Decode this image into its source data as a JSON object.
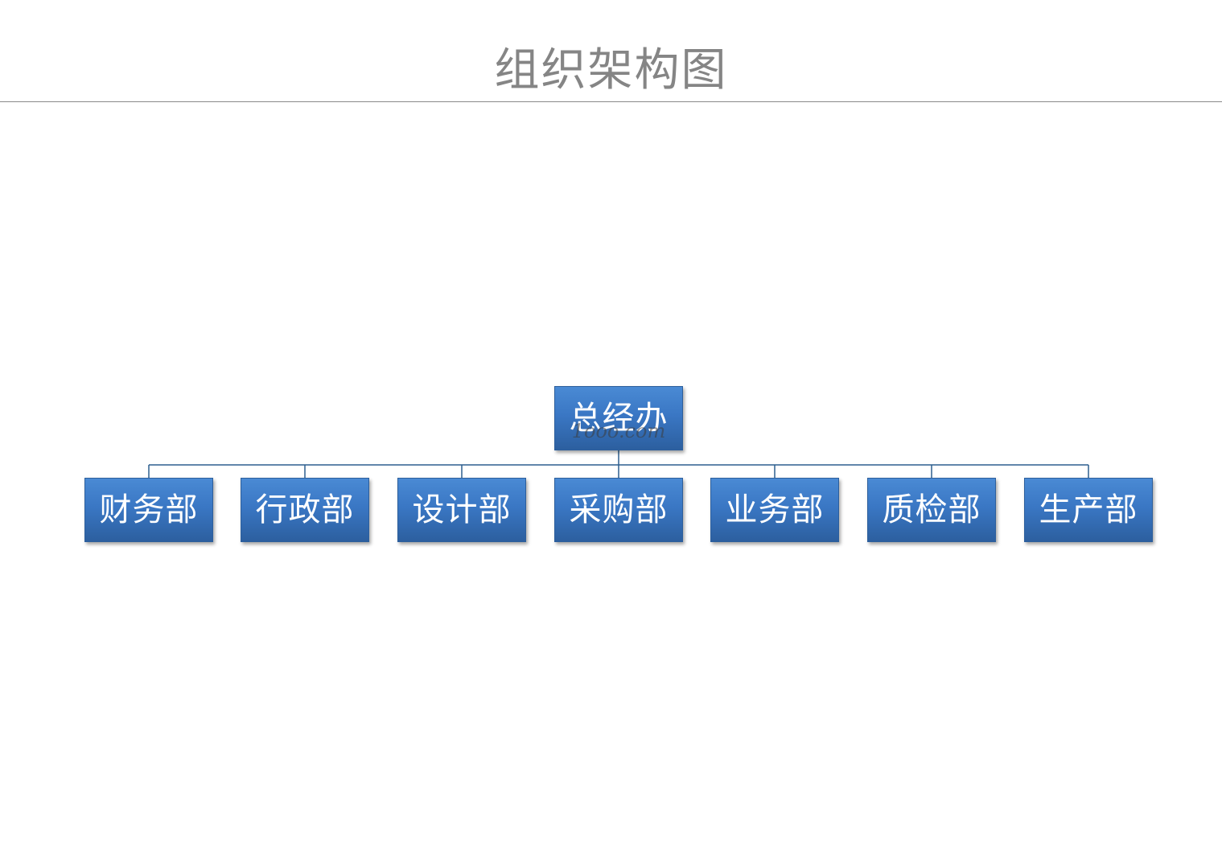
{
  "title": "组织架构图",
  "org": {
    "root": {
      "label": "总经办"
    },
    "watermark": "1ooo.com",
    "children": [
      {
        "label": "财务部"
      },
      {
        "label": "行政部"
      },
      {
        "label": "设计部"
      },
      {
        "label": "采购部"
      },
      {
        "label": "业务部"
      },
      {
        "label": "质检部"
      },
      {
        "label": "生产部"
      }
    ]
  },
  "colors": {
    "box_fill_top": "#4a8ad4",
    "box_fill_bottom": "#2c5f9f",
    "box_text": "#ffffff",
    "connector": "#2d5f8f",
    "title_text": "#858585"
  }
}
